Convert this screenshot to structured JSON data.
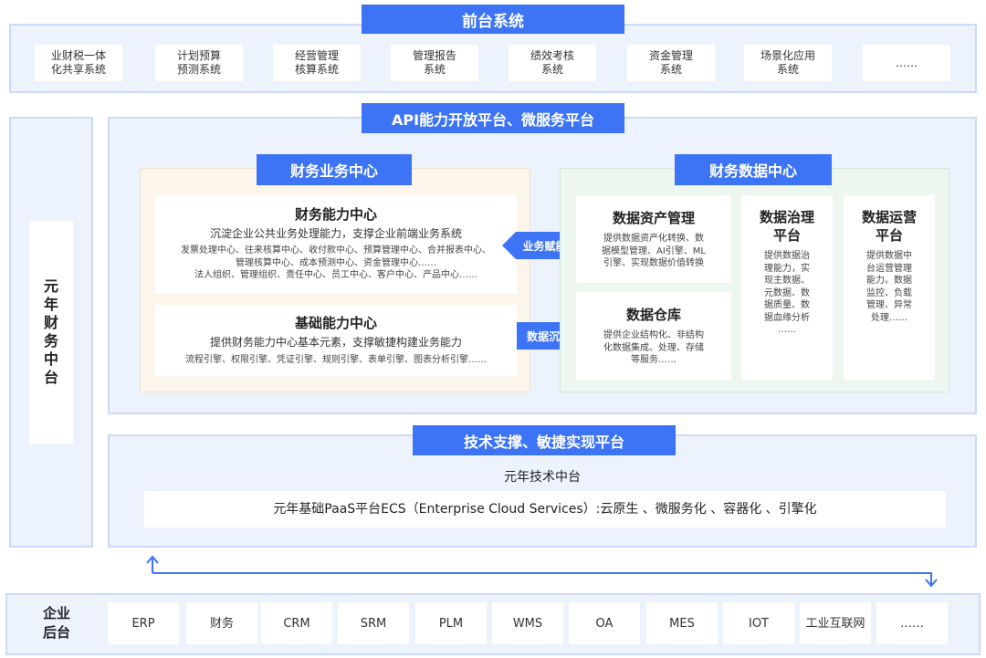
{
  "colors": {
    "accent": "#3d74f6",
    "panel": "#edf3fd",
    "panel_border": "#c9dafa",
    "biz_bg": "#fbf5ec",
    "data_bg": "#eef6f0"
  },
  "front": {
    "title": "前台系统",
    "items": [
      "业财税一体\n化共享系统",
      "计划预算\n预测系统",
      "经营管理\n核算系统",
      "管理报告\n系统",
      "绩效考核\n系统",
      "资金管理\n系统",
      "场景化应用\n系统",
      "……"
    ]
  },
  "platform": {
    "api_title": "API能力开放平台、微服务平台",
    "side_label": "元\n年\n财\n务\n中\n台"
  },
  "biz_center": {
    "title": "财务业务中心",
    "capability": {
      "title": "财务能力中心",
      "subtitle": "沉淀企业公共业务处理能力，支撑企业前端业务系统",
      "detail": "发票处理中心、往来核算中心、收付款中心、预算管理中心、合并报表中心、\n管理核算中心、成本预测中心、资金管理中心……\n法人组织、管理组织、责任中心、员工中心、客户中心、产品中心……"
    },
    "base": {
      "title": "基础能力中心",
      "subtitle": "提供财务能力中心基本元素，支撑敏捷构建业务能力",
      "detail": "流程引擎、权限引擎、凭证引擎、规则引擎、表单引擎、图表分析引擎……"
    }
  },
  "arrows": {
    "empower": "业务赋能",
    "sediment": "数据沉淀"
  },
  "data_center": {
    "title": "财务数据中心",
    "asset": {
      "title": "数据资产管理",
      "detail": "提供数据资产化转换、数\n据模型管理、AI引擎、ML\n引擎、实现数据价值转换"
    },
    "warehouse": {
      "title": "数据仓库",
      "detail": "提供企业结构化、非结构\n化数据集成、处理、存储\n等服务……"
    },
    "governance": {
      "title": "数据治理\n平台",
      "detail": "提供数据治\n理能力，实\n现主数据、\n元数据、数\n据质量、数\n据血缘分析\n……"
    },
    "operation": {
      "title": "数据运营\n平台",
      "detail": "提供数据中\n台运营管理\n能力。数据\n监控、负载\n管理、异常\n处理……"
    }
  },
  "tech": {
    "title": "技术支撑、敏捷实现平台",
    "subtitle": "元年技术中台",
    "paas": "元年基础PaaS平台ECS（Enterprise Cloud Services）:云原生 、微服务化 、容器化 、引擎化"
  },
  "backend": {
    "label": "企业\n后台",
    "items": [
      "ERP",
      "财务",
      "CRM",
      "SRM",
      "PLM",
      "WMS",
      "OA",
      "MES",
      "IOT",
      "工业互联网",
      "……"
    ]
  }
}
